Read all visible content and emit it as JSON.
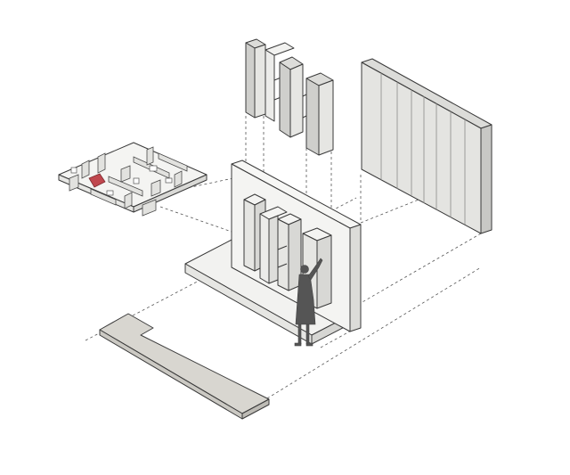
{
  "diagram": {
    "type": "exploded-axonometric",
    "components": [
      {
        "name": "floor-plan-key"
      },
      {
        "name": "upper-shelving-units"
      },
      {
        "name": "sliding-panel-wall"
      },
      {
        "name": "shelving-wall-assembly"
      },
      {
        "name": "human-figure"
      },
      {
        "name": "base-counter-slab"
      }
    ],
    "colors": {
      "background": "#ffffff",
      "stroke": "#3a3a3a",
      "light_face": "#f2f2f0",
      "mid_face": "#dcdcd9",
      "dark_face": "#c8c8c5",
      "slab_top": "#d8d6d0",
      "figure": "#555555",
      "highlight_room": "#c0474e"
    }
  }
}
